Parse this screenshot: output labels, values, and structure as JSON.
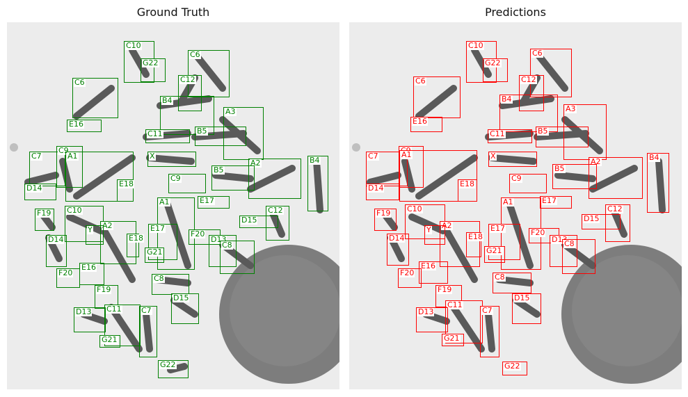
{
  "colors": {
    "ground_truth": "#008000",
    "predictions": "#ff0000"
  },
  "panels": [
    {
      "title": "Ground Truth",
      "color_key": "ground_truth",
      "labels": [
        "C10",
        "G22",
        "C6",
        "C6",
        "C12",
        "B4",
        "A3",
        "E16",
        "C11",
        "B5",
        "C7",
        "C9",
        "A1",
        "X",
        "A2",
        "B4",
        "E18",
        "B5",
        "C9",
        "D14",
        "A1",
        "E17",
        "F19",
        "C10",
        "A2",
        "C12",
        "D15",
        "Y",
        "E17",
        "F20",
        "D14",
        "E18",
        "D13",
        "C8",
        "G21",
        "E16",
        "F20",
        "C8",
        "F19",
        "D15",
        "C11",
        "C7",
        "D13",
        "G21",
        "G22"
      ]
    },
    {
      "title": "Predictions",
      "color_key": "predictions",
      "labels": [
        "C10",
        "G22",
        "C6",
        "C12",
        "C6",
        "B4",
        "A3",
        "E16",
        "C11",
        "B5",
        "C7",
        "C9",
        "A1",
        "X",
        "A2",
        "B4",
        "E18",
        "B5",
        "C9",
        "D14",
        "A1",
        "E17",
        "F19",
        "C10",
        "A2",
        "C12",
        "D15",
        "Y",
        "E17",
        "F20",
        "D14",
        "E18",
        "D13",
        "C8",
        "G21",
        "E16",
        "F20",
        "C8",
        "F19",
        "D15",
        "C11",
        "C7",
        "D13",
        "G21",
        "G22"
      ]
    }
  ]
}
